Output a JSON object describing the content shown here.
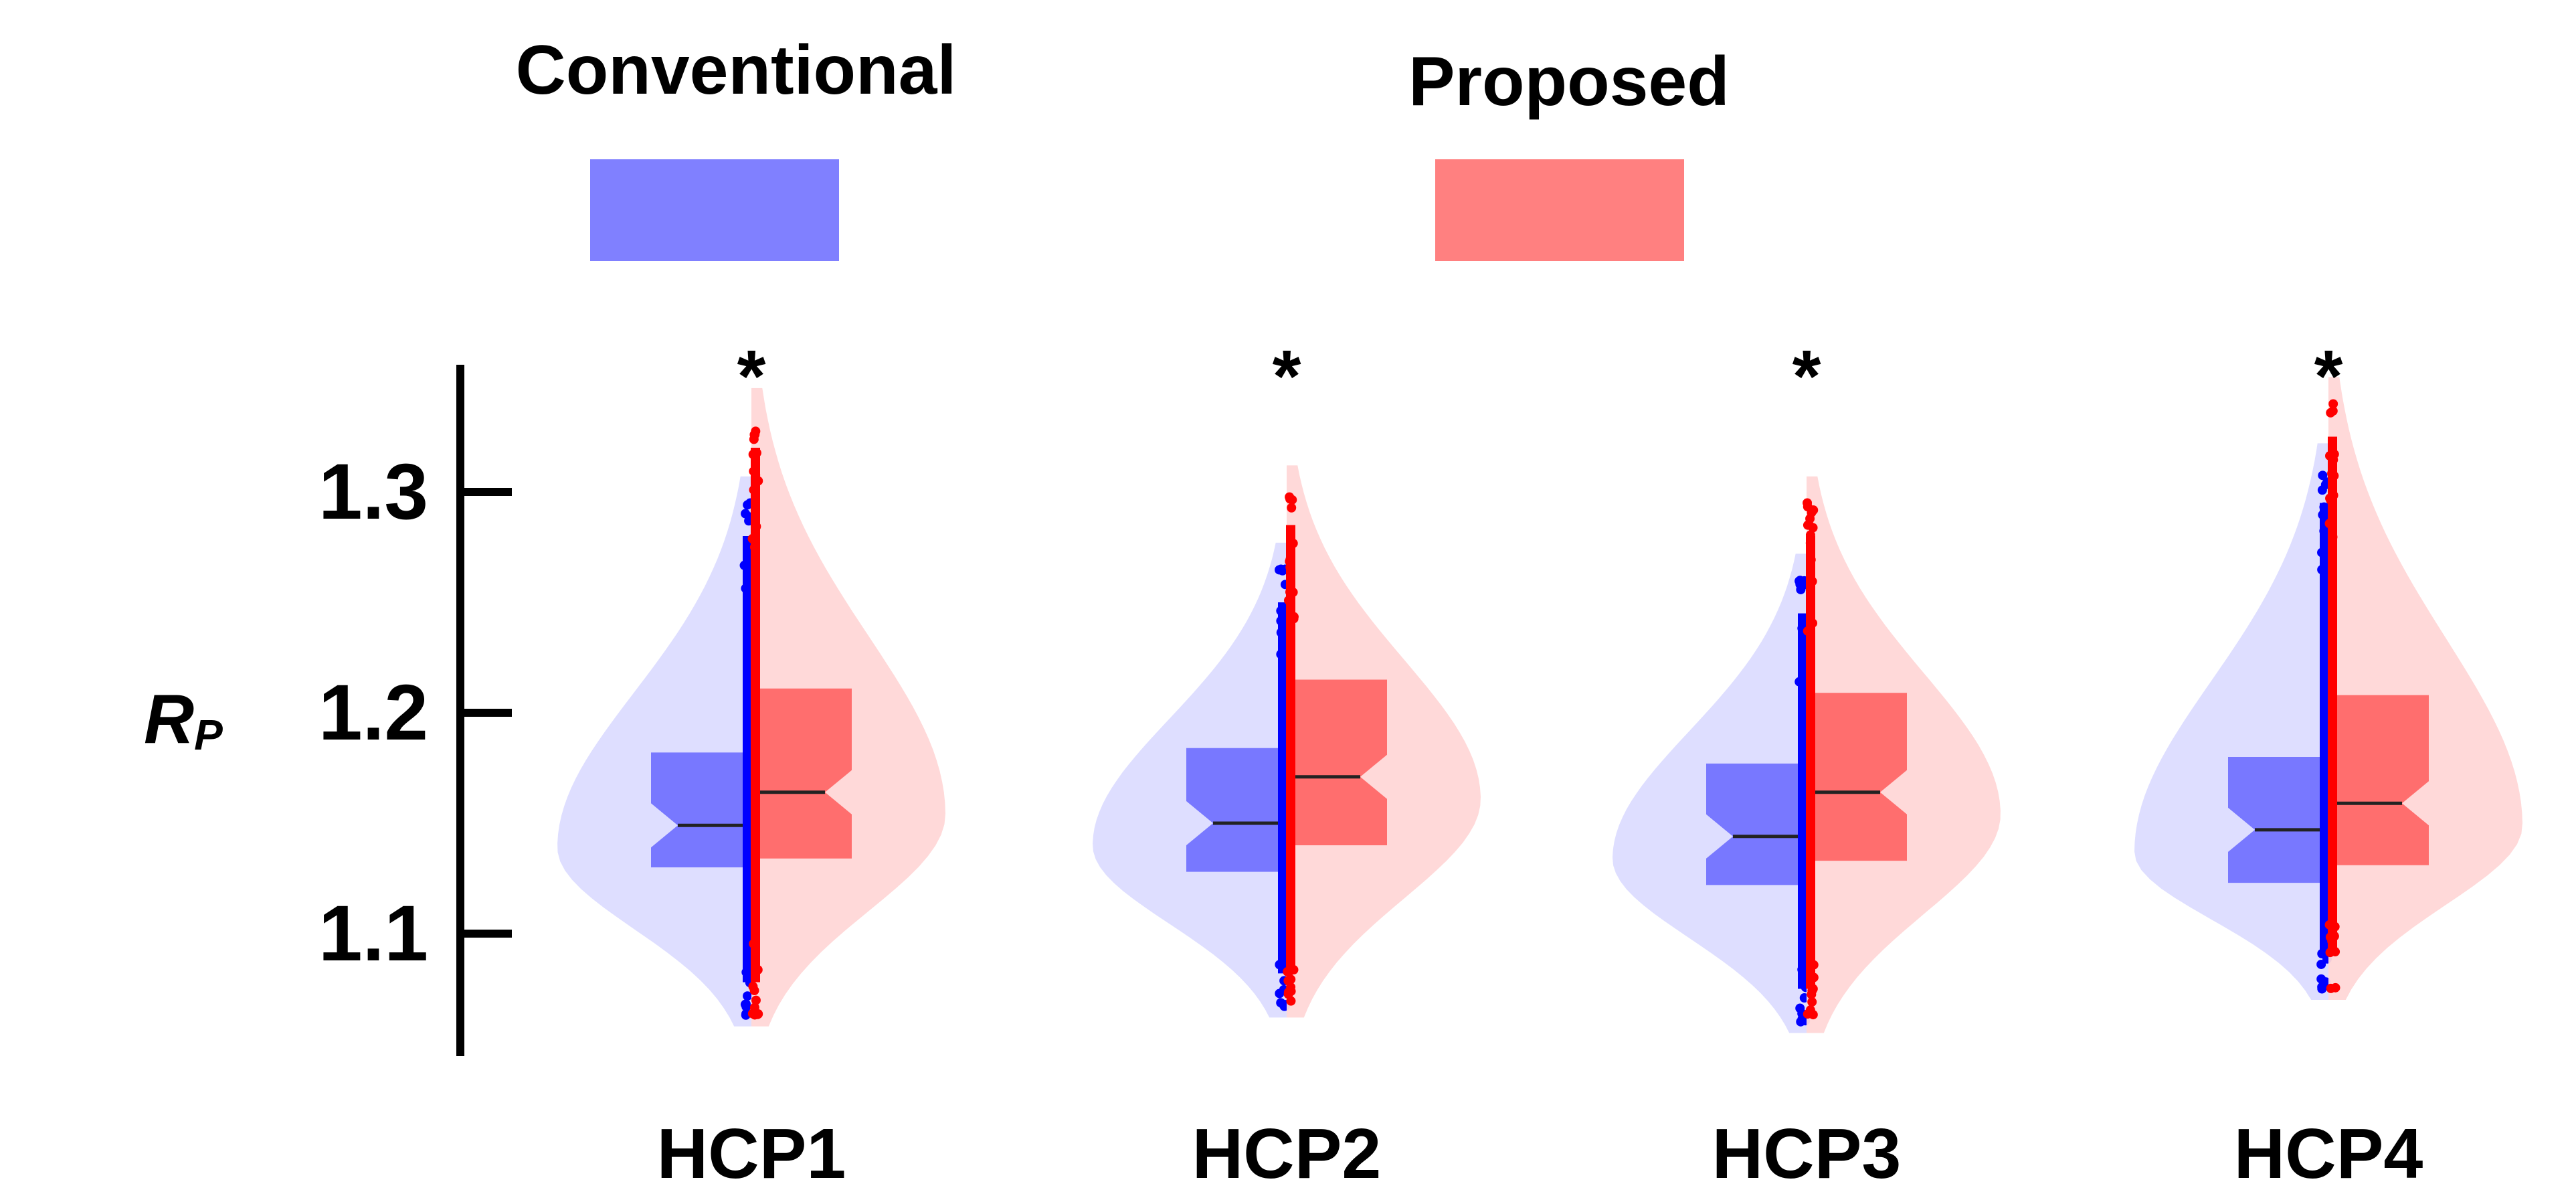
{
  "chart_data": {
    "type": "violin",
    "ylabel_main": "R",
    "ylabel_sub": "P",
    "yticks": [
      1.1,
      1.2,
      1.3
    ],
    "ytick_labels": [
      "1.1",
      "1.2",
      "1.3"
    ],
    "ylim": [
      1.045,
      1.355
    ],
    "legend": {
      "placement": "top",
      "entries": [
        {
          "label": "Conventional",
          "color": "#8080ff"
        },
        {
          "label": "Proposed",
          "color": "#ff8080"
        }
      ]
    },
    "significance_marker": "*",
    "groups": [
      {
        "name": "HCP1",
        "significance": "*",
        "conventional": {
          "median": 1.149,
          "q1": 1.13,
          "q3": 1.182,
          "notch_low": 1.139,
          "notch_high": 1.159,
          "min": 1.063,
          "max": 1.295
        },
        "proposed": {
          "median": 1.164,
          "q1": 1.134,
          "q3": 1.211,
          "notch_low": 1.154,
          "notch_high": 1.174,
          "min": 1.063,
          "max": 1.335
        }
      },
      {
        "name": "HCP2",
        "significance": "*",
        "conventional": {
          "median": 1.15,
          "q1": 1.128,
          "q3": 1.184,
          "notch_low": 1.14,
          "notch_high": 1.16,
          "min": 1.067,
          "max": 1.265
        },
        "proposed": {
          "median": 1.171,
          "q1": 1.14,
          "q3": 1.215,
          "notch_low": 1.161,
          "notch_high": 1.181,
          "min": 1.067,
          "max": 1.3
        }
      },
      {
        "name": "HCP3",
        "significance": "*",
        "conventional": {
          "median": 1.144,
          "q1": 1.122,
          "q3": 1.177,
          "notch_low": 1.134,
          "notch_high": 1.154,
          "min": 1.06,
          "max": 1.26
        },
        "proposed": {
          "median": 1.164,
          "q1": 1.133,
          "q3": 1.209,
          "notch_low": 1.154,
          "notch_high": 1.174,
          "min": 1.06,
          "max": 1.295
        }
      },
      {
        "name": "HCP4",
        "significance": "*",
        "conventional": {
          "median": 1.147,
          "q1": 1.123,
          "q3": 1.18,
          "notch_low": 1.137,
          "notch_high": 1.157,
          "min": 1.075,
          "max": 1.31
        },
        "proposed": {
          "median": 1.159,
          "q1": 1.131,
          "q3": 1.208,
          "notch_low": 1.149,
          "notch_high": 1.169,
          "min": 1.075,
          "max": 1.34
        }
      }
    ]
  }
}
